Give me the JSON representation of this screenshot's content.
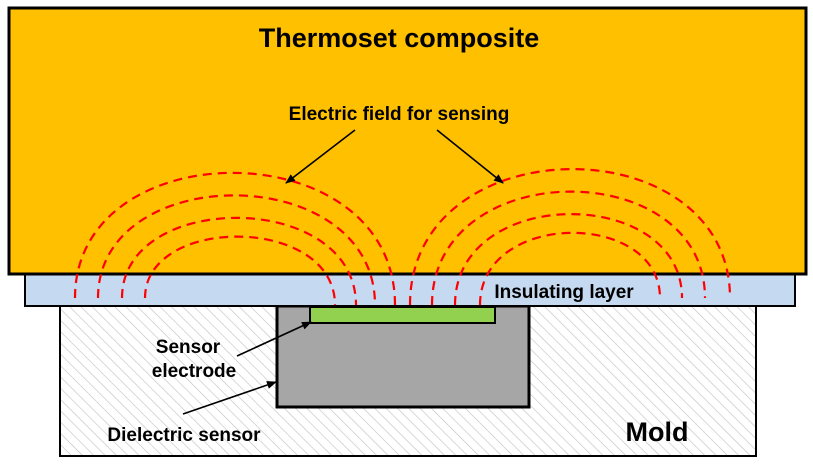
{
  "labels": {
    "composite": "Thermoset composite",
    "field": "Electric field for sensing",
    "insulating": "Insulating layer",
    "sensor_electrode_line1": "Sensor",
    "sensor_electrode_line2": "electrode",
    "dielectric_sensor": "Dielectric sensor",
    "mold": "Mold"
  },
  "colors": {
    "composite": "#FFC000",
    "insulating": "#C5D9F1",
    "mold_background": "#FFFFFF",
    "mold_hatch": "#BFBFBF",
    "sensor": "#A6A6A6",
    "electrode": "#92D050",
    "field_lines": "#FF0000",
    "outline": "#000000"
  }
}
